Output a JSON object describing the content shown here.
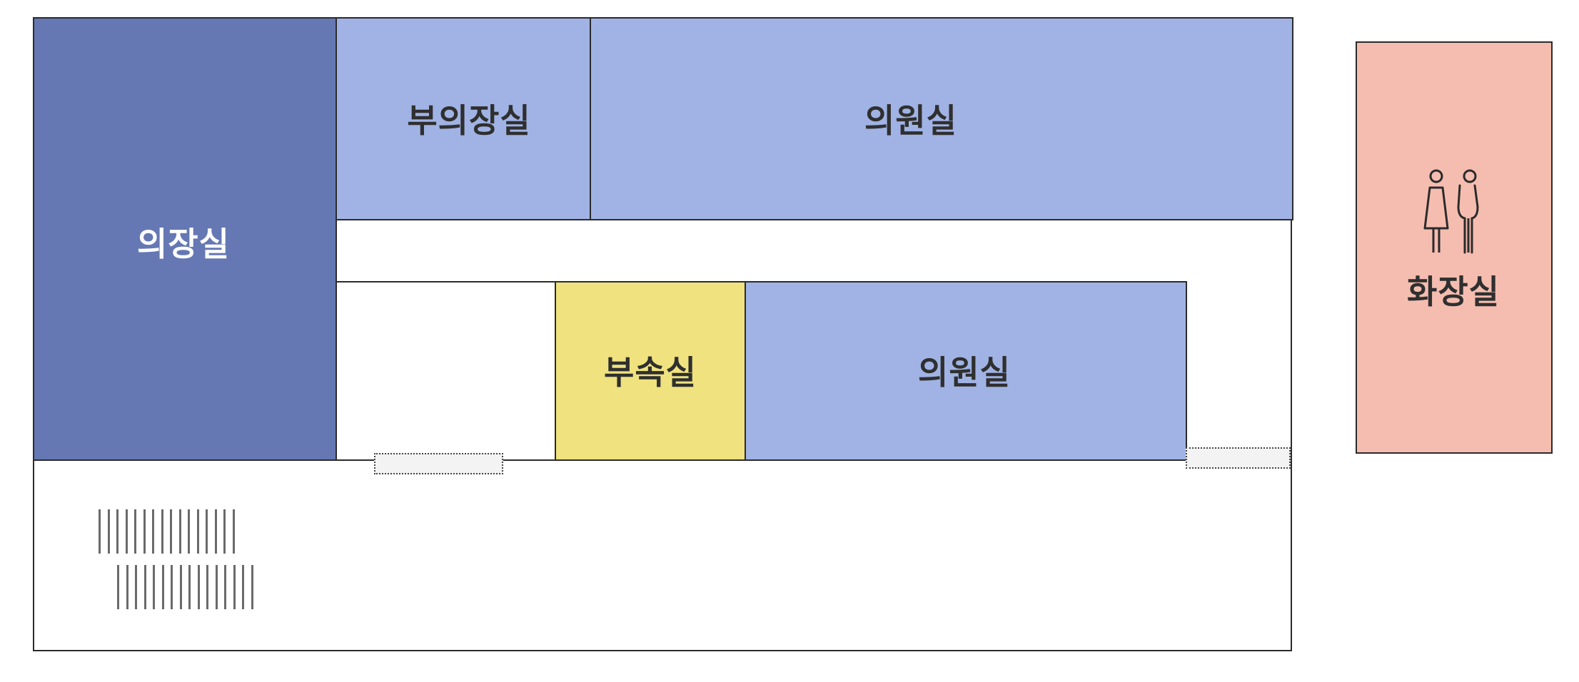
{
  "rooms": {
    "chair_room": "의장실",
    "vice_chair_room": "부의장실",
    "member_room_top": "의원실",
    "annex_room": "부속실",
    "member_room_bottom": "의원실",
    "restroom": "화장실"
  },
  "colors": {
    "chair_room": "#6578b4",
    "member_rooms": "#a0b3e4",
    "annex_room": "#efe27f",
    "restroom": "#f5bdb0",
    "corridor": "#ffffff",
    "wall": "#2b2b2b"
  },
  "icons": {
    "restroom_sign": "women-men-restroom-icon",
    "stairs": "stairs-icon"
  }
}
